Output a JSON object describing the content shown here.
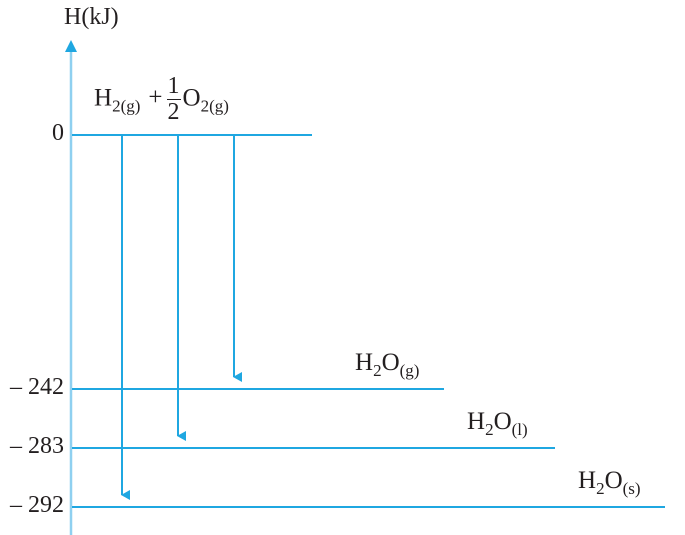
{
  "diagram": {
    "type": "enthalpy-level-diagram",
    "axis": {
      "label": "H(kJ)",
      "color": "#1fa7e1"
    },
    "line_color": "#1fa7e1",
    "reactants": {
      "species1": "H",
      "species1_sub": "2(g)",
      "plus": "+",
      "coef_num": "1",
      "coef_den": "2",
      "species2": "O",
      "species2_sub": "2(g)",
      "level": 0,
      "tick_label": "0"
    },
    "products": [
      {
        "formula": "H",
        "sub1": "2",
        "mid": "O",
        "state": "(g)",
        "level": -242,
        "tick_label": "– 242"
      },
      {
        "formula": "H",
        "sub1": "2",
        "mid": "O",
        "state": "(l)",
        "level": -283,
        "tick_label": "– 283"
      },
      {
        "formula": "H",
        "sub1": "2",
        "mid": "O",
        "state": "(s)",
        "level": -292,
        "tick_label": "– 292"
      }
    ]
  },
  "chart_data": {
    "type": "enthalpy-diagram",
    "title": "",
    "ylabel": "H(kJ)",
    "levels": [
      {
        "label": "H2(g) + 1/2 O2(g)",
        "value": 0
      },
      {
        "label": "H2O(g)",
        "value": -242
      },
      {
        "label": "H2O(l)",
        "value": -283
      },
      {
        "label": "H2O(s)",
        "value": -292
      }
    ],
    "transitions": [
      {
        "from": "H2(g) + 1/2 O2(g)",
        "to": "H2O(g)",
        "delta_H": -242
      },
      {
        "from": "H2(g) + 1/2 O2(g)",
        "to": "H2O(l)",
        "delta_H": -283
      },
      {
        "from": "H2(g) + 1/2 O2(g)",
        "to": "H2O(s)",
        "delta_H": -292
      }
    ]
  }
}
